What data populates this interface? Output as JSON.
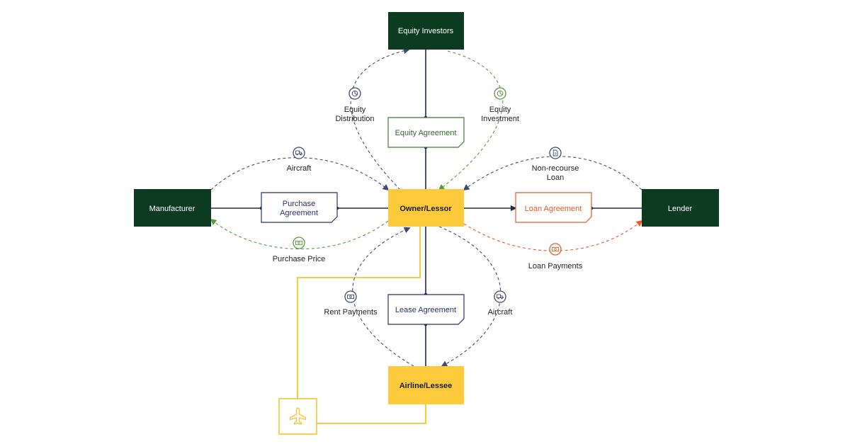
{
  "nodes": {
    "equity_investors": "Equity Investors",
    "manufacturer": "Manufacturer",
    "owner_lessor": "Owner/Lessor",
    "lender": "Lender",
    "airline_lessee": "Airline/Lessee"
  },
  "documents": {
    "equity_agreement": "Equity Agreement",
    "purchase_agreement": [
      "Purchase",
      "Agreement"
    ],
    "loan_agreement": "Loan Agreement",
    "lease_agreement": "Lease Agreement"
  },
  "flows": {
    "equity_distribution": [
      "Equity",
      "Distribution"
    ],
    "equity_investment": [
      "Equity",
      "Investment"
    ],
    "aircraft_top": "Aircraft",
    "purchase_price": "Purchase Price",
    "non_recourse_loan": [
      "Non-recourse",
      "Loan"
    ],
    "loan_payments": "Loan Payments",
    "rent_payments": "Rent Payments",
    "aircraft_bottom": "Aircraft"
  },
  "icons": {
    "equity_distribution": "pie-chart-icon",
    "equity_investment": "pie-chart-icon",
    "aircraft_top": "truck-icon",
    "purchase_price": "cash-icon",
    "non_recourse_loan": "document-icon",
    "loan_payments": "cash-icon",
    "rent_payments": "cash-icon",
    "aircraft_bottom": "truck-icon",
    "airplane": "airplane-icon"
  },
  "colors": {
    "dark_green": "#0d3b22",
    "yellow": "#fdca3c",
    "navy": "#3d4a74",
    "green": "#5a9a3e",
    "orange": "#e45a2a"
  }
}
